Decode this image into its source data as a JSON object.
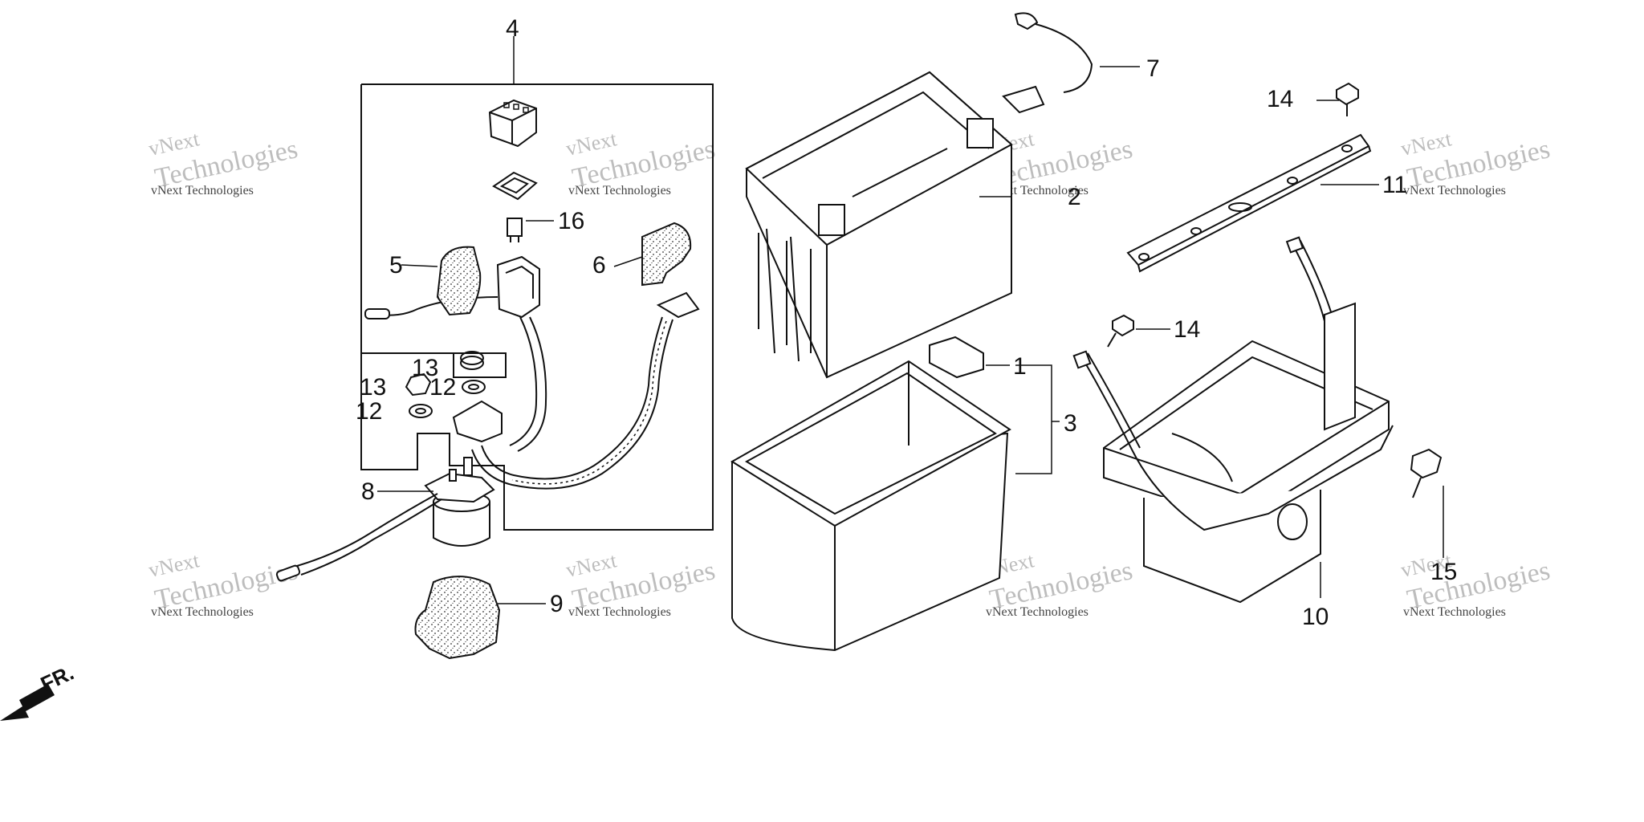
{
  "callouts": [
    {
      "id": "c1",
      "text": "1"
    },
    {
      "id": "c2",
      "text": "2"
    },
    {
      "id": "c3",
      "text": "3"
    },
    {
      "id": "c4",
      "text": "4"
    },
    {
      "id": "c5",
      "text": "5"
    },
    {
      "id": "c6",
      "text": "6"
    },
    {
      "id": "c7",
      "text": "7"
    },
    {
      "id": "c8",
      "text": "8"
    },
    {
      "id": "c9",
      "text": "9"
    },
    {
      "id": "c10",
      "text": "10"
    },
    {
      "id": "c11",
      "text": "11"
    },
    {
      "id": "c12a",
      "text": "12"
    },
    {
      "id": "c12b",
      "text": "12"
    },
    {
      "id": "c13a",
      "text": "13"
    },
    {
      "id": "c13b",
      "text": "13"
    },
    {
      "id": "c14a",
      "text": "14"
    },
    {
      "id": "c14b",
      "text": "14"
    },
    {
      "id": "c15",
      "text": "15"
    },
    {
      "id": "c16",
      "text": "16"
    }
  ],
  "direction_label": "FR.",
  "watermark": {
    "line1": "vNext Technologies",
    "line2": "Technologies",
    "ghost": "vNext"
  }
}
